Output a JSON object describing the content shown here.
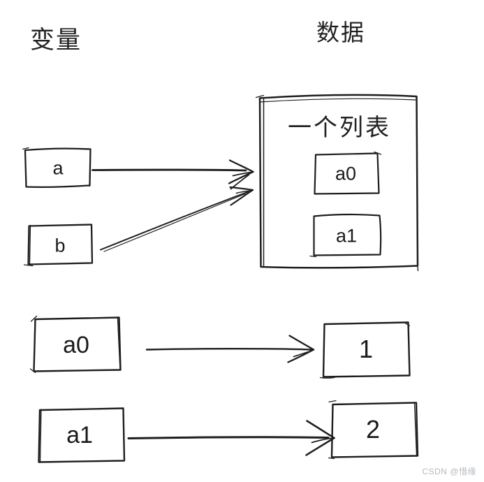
{
  "page": {
    "background": "#ffffff",
    "ink_color": "#1e1e1e",
    "watermark": "CSDN @惜缘",
    "watermark_color": "#b4b9be"
  },
  "headings": {
    "left": "变量",
    "right": "数据"
  },
  "variable_boxes": [
    {
      "label": "a"
    },
    {
      "label": "b"
    },
    {
      "label": "a0"
    },
    {
      "label": "a1"
    }
  ],
  "list_box": {
    "title": "一个列表",
    "items": [
      {
        "label": "a0"
      },
      {
        "label": "a1"
      }
    ]
  },
  "value_boxes": [
    {
      "label": "1"
    },
    {
      "label": "2"
    }
  ],
  "arrows": [
    {
      "from": "a",
      "to": "一个列表"
    },
    {
      "from": "b",
      "to": "一个列表"
    },
    {
      "from": "a0",
      "to": "1"
    },
    {
      "from": "a1",
      "to": "2"
    }
  ]
}
